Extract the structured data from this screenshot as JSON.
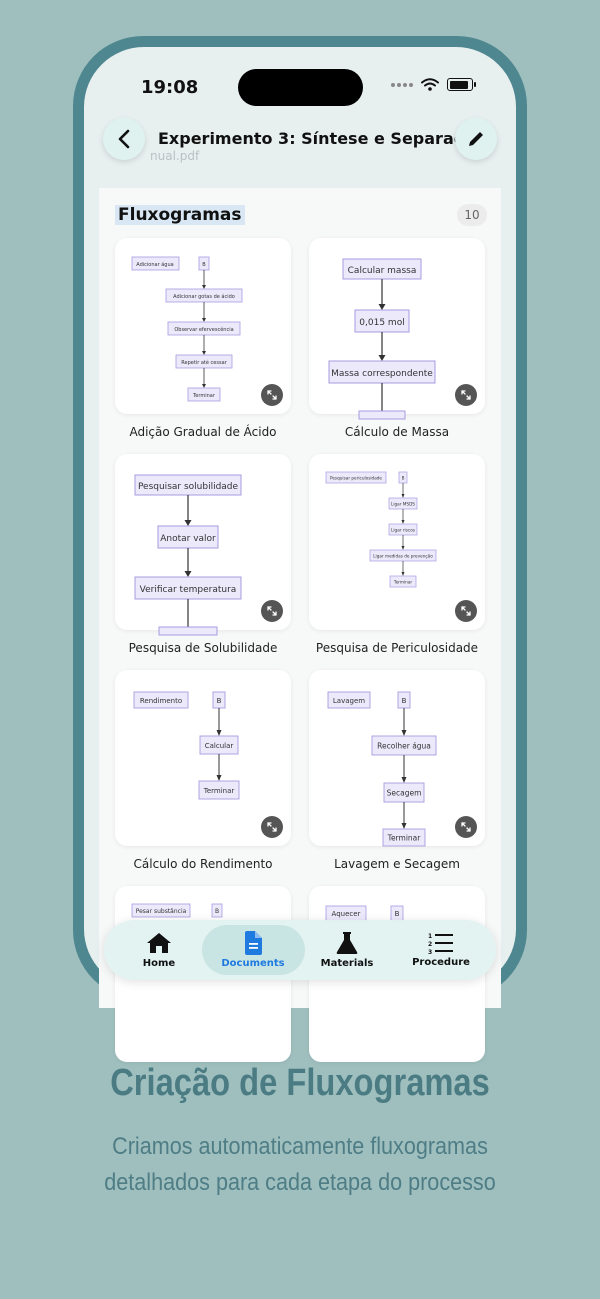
{
  "status_bar": {
    "time": "19:08"
  },
  "nav": {
    "title": "Experimento 3: Síntese e Separaç...",
    "file_name": "nual.pdf"
  },
  "section": {
    "title": "Fluxogramas",
    "count": "10"
  },
  "cards": [
    {
      "label": "Adição Gradual de Ácido"
    },
    {
      "label": "Cálculo de Massa"
    },
    {
      "label": "Pesquisa de Solubilidade"
    },
    {
      "label": "Pesquisa de Periculosidade"
    },
    {
      "label": "Cálculo do Rendimento"
    },
    {
      "label": "Lavagem e Secagem"
    }
  ],
  "flows": {
    "acid": {
      "start": "Adicionar água",
      "b": "B",
      "steps": [
        "Adicionar gotas de ácido",
        "Observar efervescência",
        "Repetir até cessar",
        "Terminar"
      ]
    },
    "mass": {
      "steps": [
        "Calcular massa",
        "0,015 mol",
        "Massa correspondente"
      ]
    },
    "solub": {
      "steps": [
        "Pesquisar solubilidade",
        "Anotar valor",
        "Verificar temperatura"
      ]
    },
    "peric": {
      "start": "Pesquisar periculosidade",
      "b": "B",
      "steps": [
        "Ligar MSDS",
        "Ligar riscos",
        "Ligar medidas de prevenção",
        "Terminar"
      ]
    },
    "rend": {
      "start": "Rendimento",
      "b": "B",
      "steps": [
        "Calcular",
        "Terminar"
      ]
    },
    "lav": {
      "start": "Lavagem",
      "b": "B",
      "steps": [
        "Recolher água",
        "Secagem",
        "Terminar"
      ]
    },
    "partial1": {
      "start": "Pesar substância",
      "b": "B"
    },
    "partial2": {
      "start": "Aquecer",
      "b": "B"
    }
  },
  "tabs": [
    {
      "label": "Home",
      "icon": "home-icon"
    },
    {
      "label": "Documents",
      "icon": "document-icon",
      "active": true
    },
    {
      "label": "Materials",
      "icon": "flask-icon"
    },
    {
      "label": "Procedure",
      "icon": "list-icon"
    }
  ],
  "colors": {
    "accent": "#1f7ae0",
    "node_fill": "#ece9fb",
    "node_stroke": "#a99be0",
    "phone_frame": "#4f8790",
    "background": "#9fbfbe"
  },
  "promo": {
    "headline": "Criação de Fluxogramas",
    "line1": "Criamos automaticamente fluxogramas",
    "line2": "detalhados para cada etapa do processo"
  }
}
